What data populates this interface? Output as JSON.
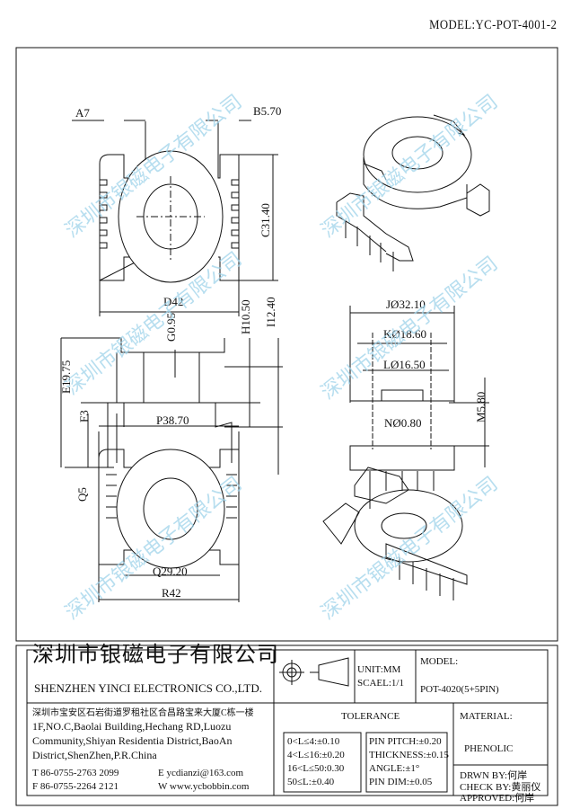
{
  "header": {
    "model_code": "MODEL:YC-POT-4001-2"
  },
  "watermark": "深圳市银磁电子有限公司",
  "dimensions": {
    "A": "A7",
    "B": "B5.70",
    "C": "C31.40",
    "D": "D42",
    "E": "E19.75",
    "F": "F3",
    "G": "G0.95",
    "H": "H10.50",
    "I": "I12.40",
    "J": "JØ32.10",
    "K": "KØ18.60",
    "L": "LØ16.50",
    "M": "M5.80",
    "N": "NØ0.80",
    "P": "P38.70",
    "Q5": "Q5",
    "Q": "Q29.20",
    "R": "R42"
  },
  "title_block": {
    "company_cn": "深圳市银磁电子有限公司",
    "company_en": "SHENZHEN YINCI ELECTRONICS CO.,LTD.",
    "unit": "UNIT:MM",
    "scale": "SCAEL:1/1",
    "model_label": "MODEL:",
    "model_value": "POT-4020(5+5PIN)",
    "address_cn": "深圳市宝安区石岩街道罗租社区合昌路宝来大厦C栋一楼",
    "address_en": [
      "1F,NO.C,Baolai Building,Hechang RD,Luozu",
      "Community,Shiyan Residentia District,BaoAn",
      "District,ShenZhen,P.R.China"
    ],
    "tel": "T 86-0755-2763 2099",
    "fax": "F 86-0755-2264 2121",
    "email": "E ycdianzi@163.com",
    "web": "W www.ycbobbin.com",
    "tolerance_title": "TOLERANCE",
    "tolerance_left": [
      "0<L≤4:±0.10",
      "4<L≤16:±0.20",
      "16<L≤50:0.30",
      "50≤L:±0.40"
    ],
    "tolerance_right": [
      "PIN PITCH:±0.20",
      "THICKNESS:±0.15",
      "ANGLE:±1°",
      "PIN DIM:±0.05"
    ],
    "material_label": "MATERIAL:",
    "material_value": "PHENOLIC",
    "drawn_by": "DRWN BY:何岸",
    "check_by": "CHECK BY:黄丽仪",
    "approved": "APPROVED:何岸"
  }
}
